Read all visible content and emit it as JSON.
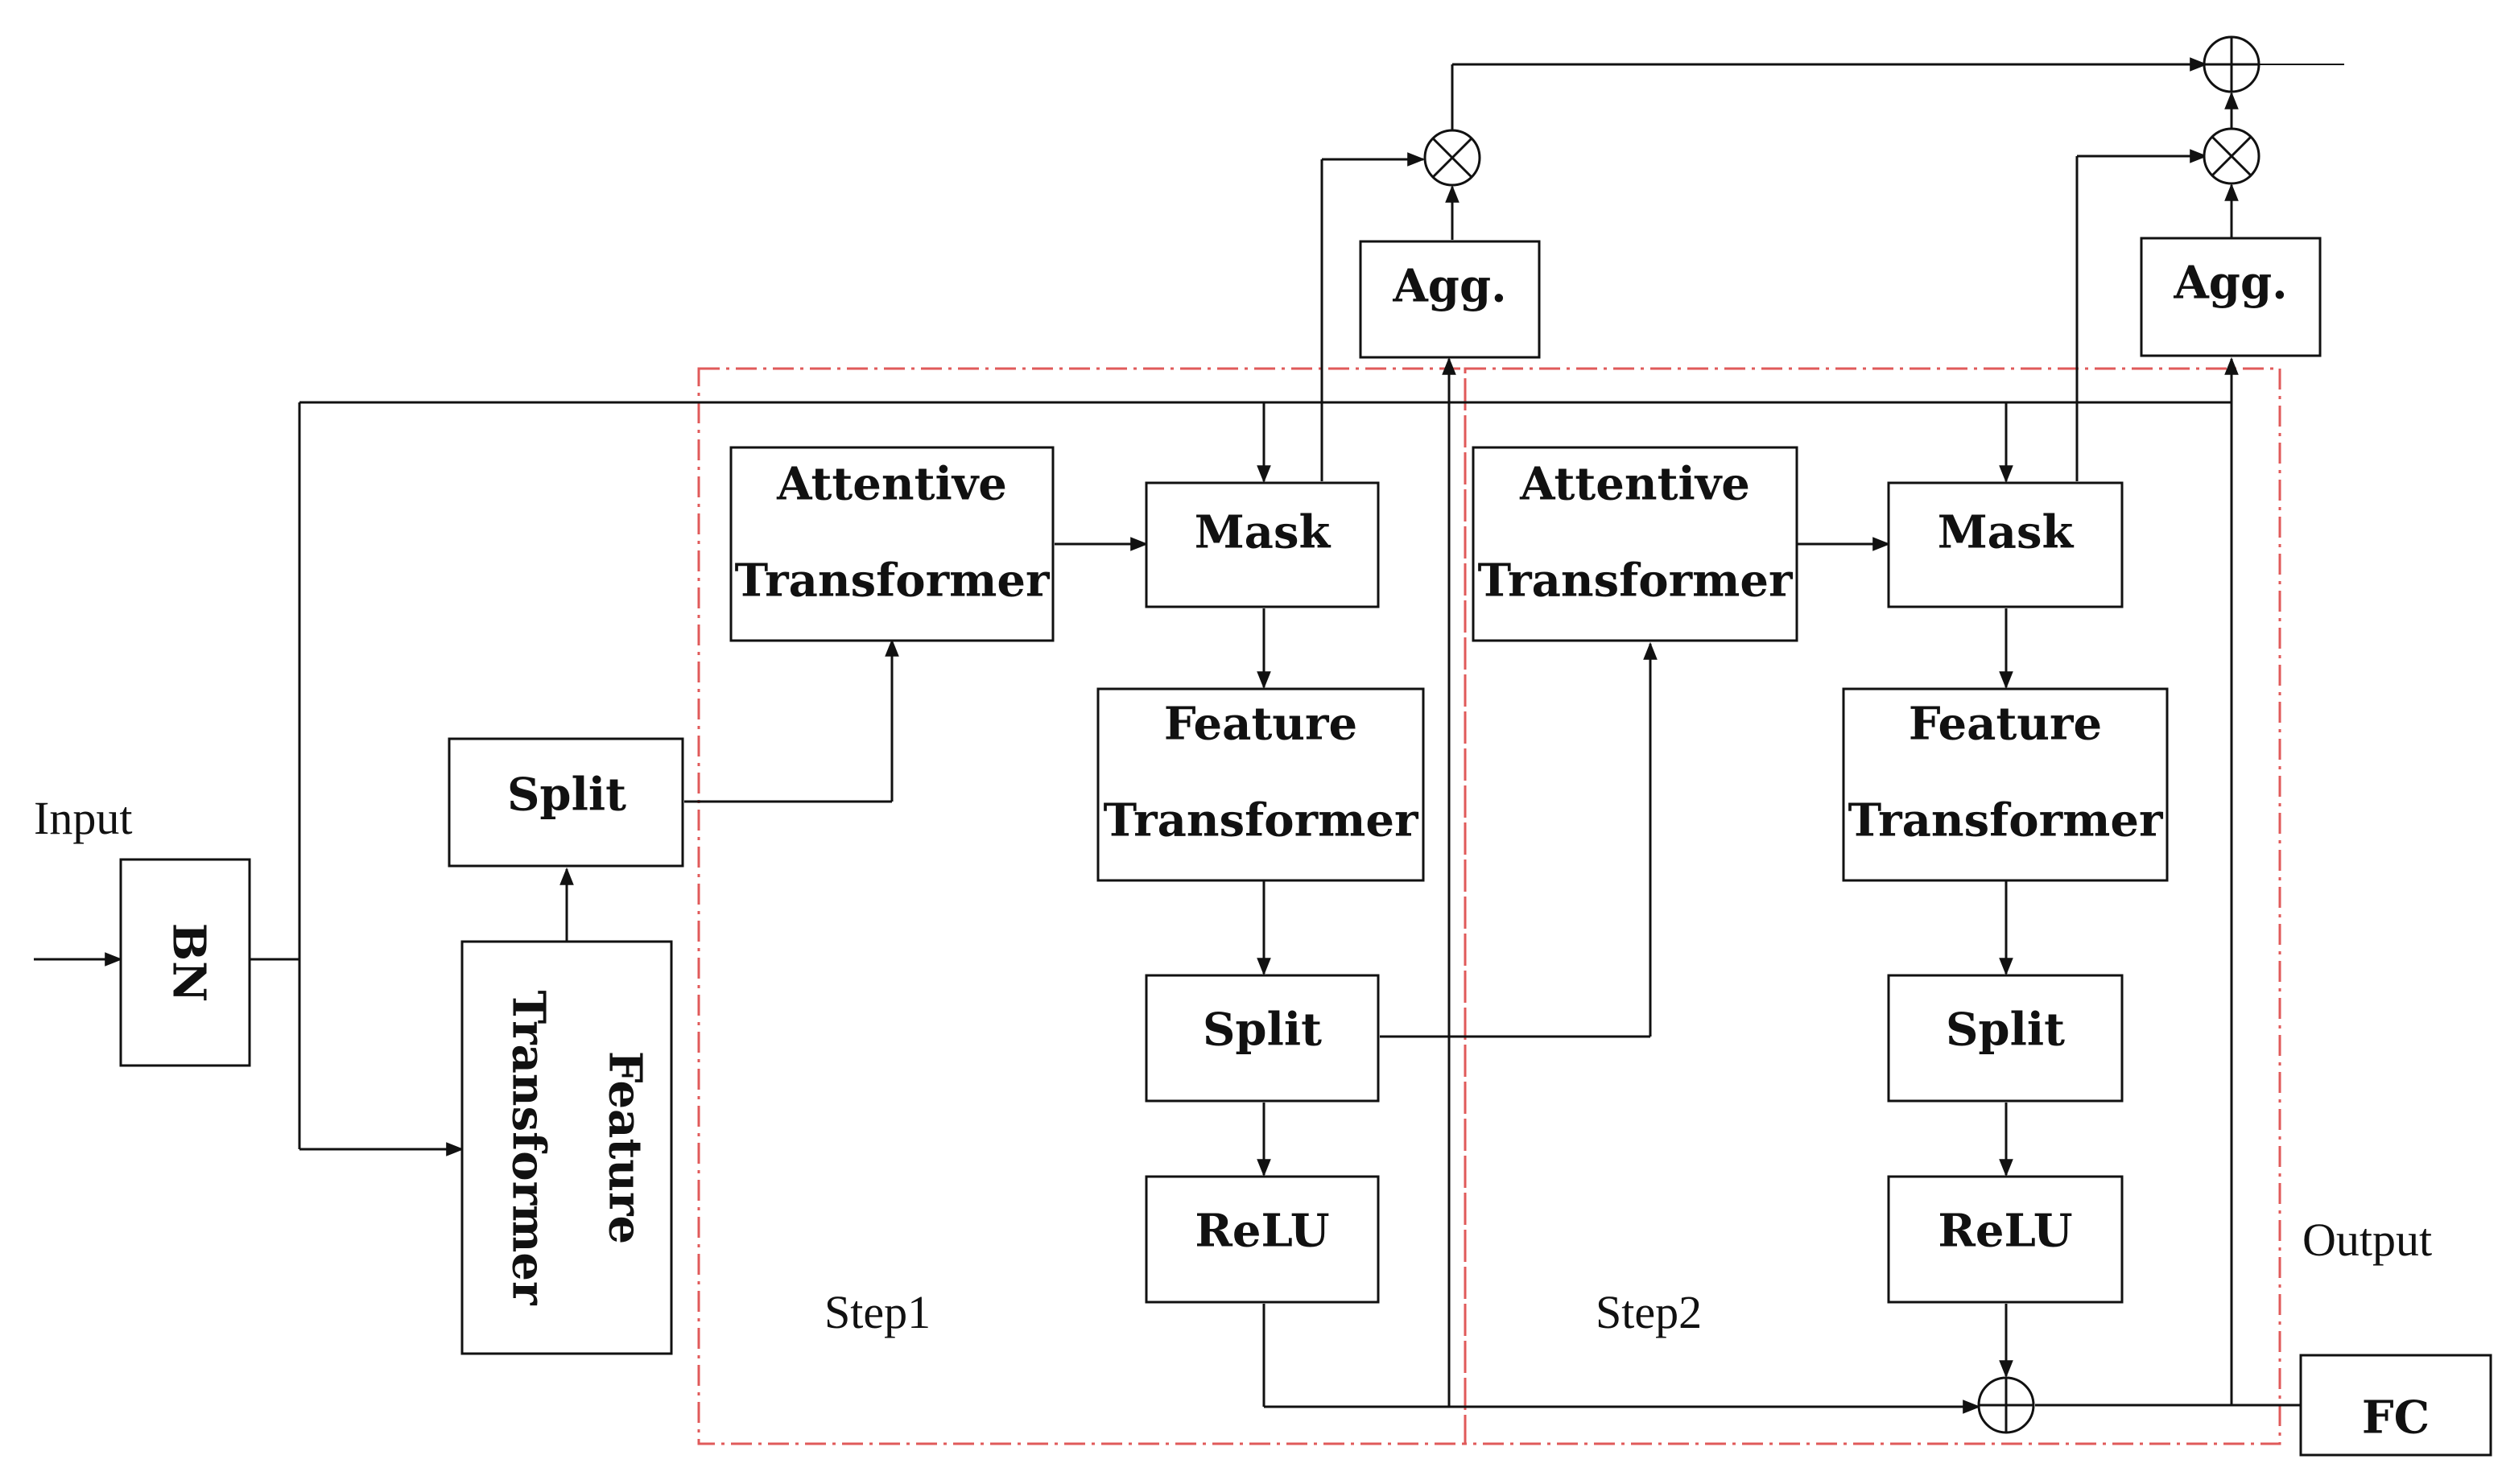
{
  "labels": {
    "input": "Input",
    "output": "Output",
    "step1": "Step1",
    "step2": "Step2"
  },
  "blocks": {
    "bn": "BN",
    "feature_transformer_initial": [
      "Feature",
      "Transformer"
    ],
    "split_initial": "Split",
    "step1_attentive_transformer": [
      "Attentive",
      "Transformer"
    ],
    "step1_mask": "Mask",
    "step1_feature_transformer": [
      "Feature",
      "Transformer"
    ],
    "step1_split": "Split",
    "step1_relu": "ReLU",
    "step1_agg": "Agg.",
    "step2_attentive_transformer": [
      "Attentive",
      "Transformer"
    ],
    "step2_mask": "Mask",
    "step2_feature_transformer": [
      "Feature",
      "Transformer"
    ],
    "step2_split": "Split",
    "step2_relu": "ReLU",
    "step2_agg": "Agg.",
    "fc": "FC"
  },
  "colors": {
    "step_region_border": "#e05a5a",
    "stroke": "#111111"
  }
}
